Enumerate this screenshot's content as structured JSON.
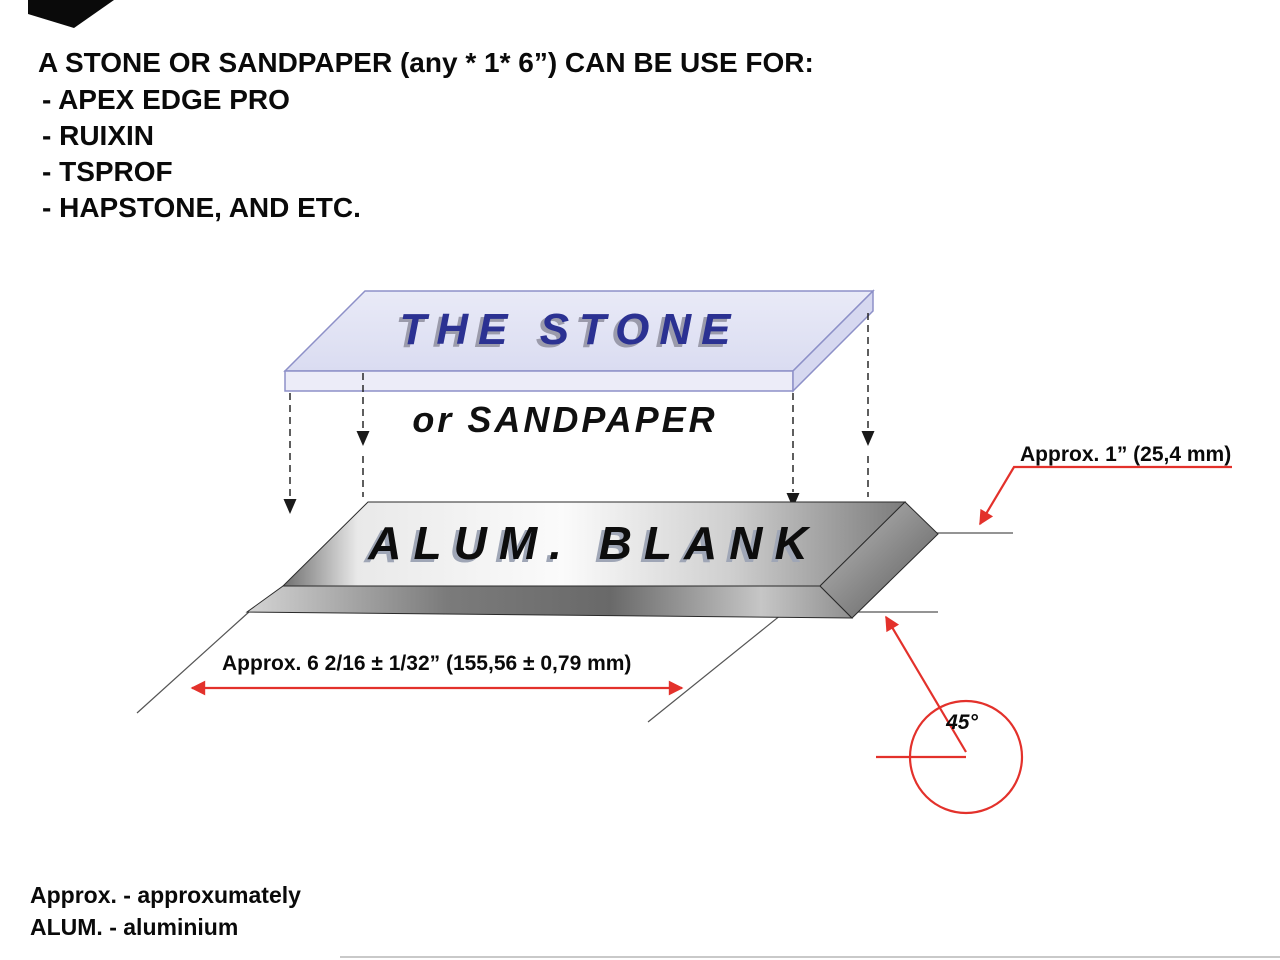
{
  "header": {
    "title": "A STONE OR SANDPAPER (any * 1* 6”) CAN BE USE FOR:",
    "items": [
      "- APEX EDGE PRO",
      "- RUIXIN",
      "- TSPROF",
      "- HAPSTONE, AND ETC."
    ]
  },
  "stone": {
    "label": "THE STONE",
    "sublabel": "or SANDPAPER"
  },
  "blank": {
    "label": "ALUM. BLANK"
  },
  "dims": {
    "width_label": "Approx. 1” (25,4 mm)",
    "length_label": "Approx. 6  2/16 ± 1/32” (155,56 ± 0,79 mm)",
    "angle_label": "45°"
  },
  "footer": {
    "lines": [
      "Approx. - approxumately",
      "ALUM. - aluminium"
    ]
  },
  "colors": {
    "annotation_red": "#e3312b",
    "stone_text_blue": "#2b3192",
    "stone_fill": "#e3e4f4",
    "stone_edge": "#8d90c8",
    "ink": "#0a0a0a"
  }
}
